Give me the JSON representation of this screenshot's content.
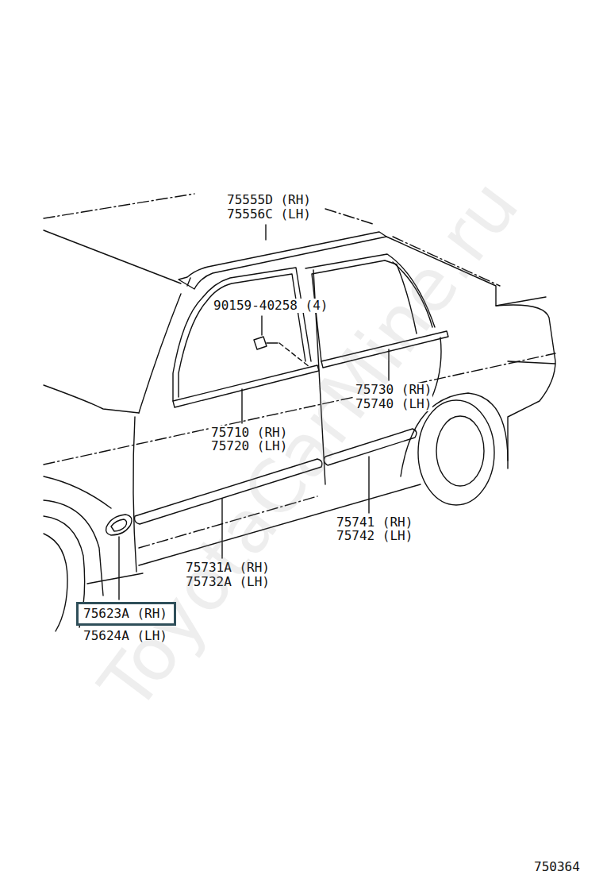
{
  "diagram": {
    "nodes": [
      {
        "text": [
          "75623A (RH)"
        ]
      }
    ],
    "labels": [
      "75555D (RH)",
      "75556C (LH)",
      "90159-40258 (4)",
      "75730 (RH)",
      "75740 (LH)",
      "75710 (RH)",
      "75720 (LH)",
      "75741 (RH)",
      "75742 (LH)",
      "75731A (RH)",
      "75732A (LH)",
      "75624A (LH)",
      "750364",
      "ToyotaCarMine.ru"
    ]
  }
}
